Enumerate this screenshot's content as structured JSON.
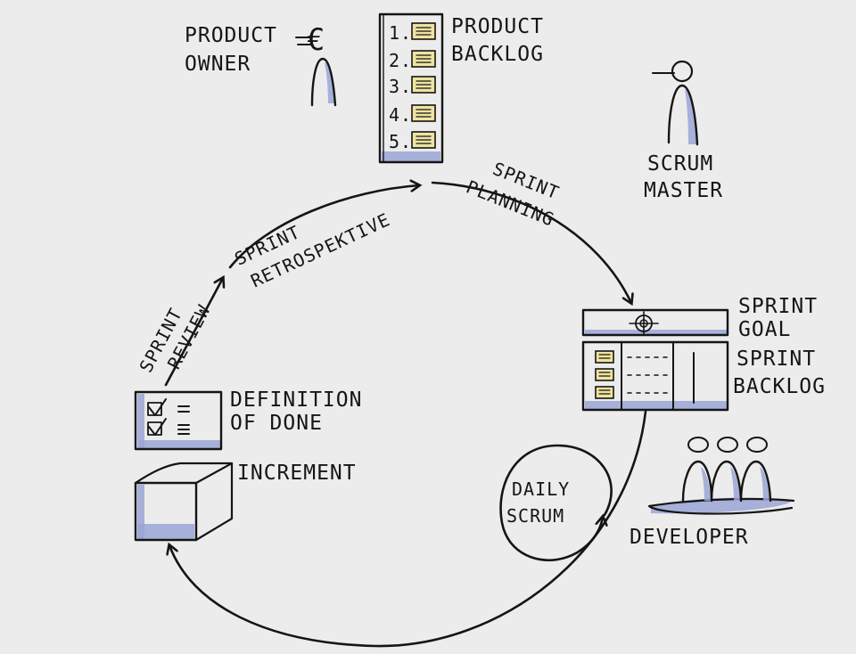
{
  "roles": {
    "product_owner": [
      "PRODUCT",
      "OWNER"
    ],
    "product_owner_symbol": "€",
    "scrum_master": [
      "SCRUM",
      "MASTER"
    ],
    "developer": "DEVELOPER"
  },
  "artifacts": {
    "product_backlog": [
      "PRODUCT",
      "BACKLOG"
    ],
    "backlog_items": [
      "1.",
      "2.",
      "3.",
      "4.",
      "5."
    ],
    "sprint_goal": [
      "SPRINT",
      "GOAL"
    ],
    "sprint_backlog": [
      "SPRINT",
      "BACKLOG"
    ],
    "definition_of_done": [
      "DEFINITION",
      "OF DONE"
    ],
    "increment": "INCREMENT"
  },
  "events": {
    "sprint_planning": [
      "SPRINT",
      "PLANNING"
    ],
    "daily_scrum": [
      "DAILY",
      "SCRUM"
    ],
    "sprint_review": [
      "SPRINT",
      "REVIEW"
    ],
    "sprint_retrospective": [
      "SPRINT",
      "RETROSPEKTIVE"
    ]
  },
  "colors": {
    "ink": "#151515",
    "shade": "#9aa6d6",
    "sticky_note": "#efe3a0",
    "background": "#ececec"
  }
}
